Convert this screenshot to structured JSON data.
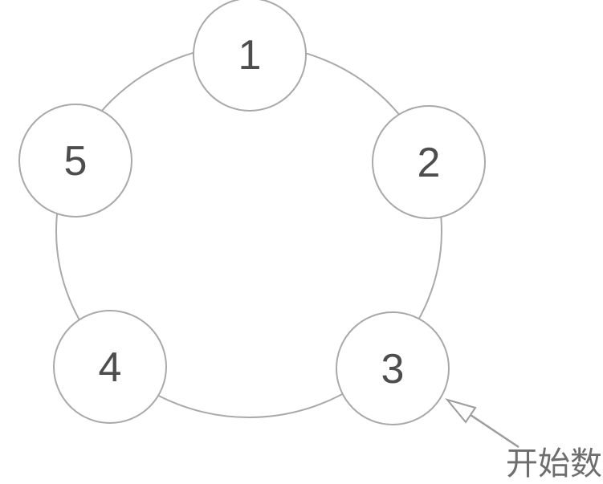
{
  "figure": {
    "background": "#ffffff",
    "description_type": "circular-counting-diagram"
  },
  "ring": {
    "stroke_color": "#a9a9a9"
  },
  "nodes": [
    {
      "label": "1"
    },
    {
      "label": "2"
    },
    {
      "label": "3"
    },
    {
      "label": "4"
    },
    {
      "label": "5"
    }
  ],
  "node_style": {
    "fill": "#ffffff",
    "stroke_color": "#a9a9a9",
    "number_color": "#4d4d4d"
  },
  "annotation": {
    "label": "开始数",
    "points_to_node": "3",
    "arrow_icon": "open-arrowhead",
    "arrow_color": "#9c9c9c",
    "text_color": "#6e6e6e"
  }
}
